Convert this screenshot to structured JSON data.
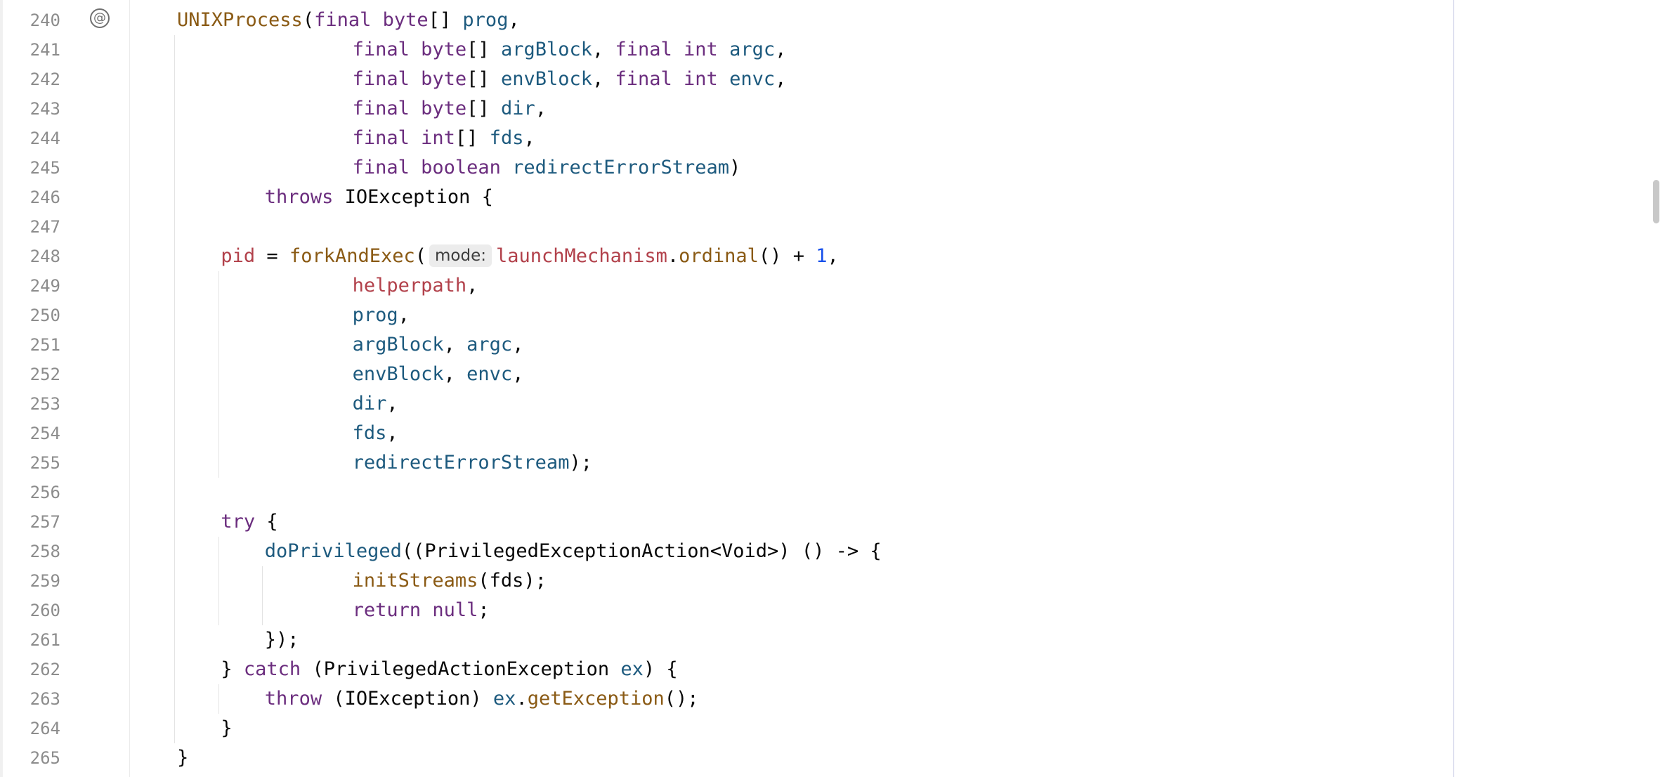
{
  "editor": {
    "gutter_icon": "at-sign-icon",
    "colors": {
      "keyword": "#6b2d7e",
      "method": "#8a5a14",
      "field": "#b2414b",
      "variable": "#1d5a7e",
      "number": "#1750eb",
      "line_number": "#8c8c8c"
    },
    "lines": [
      {
        "n": "240",
        "indent": 2,
        "tokens": [
          [
            "fn",
            "UNIXProcess"
          ],
          [
            "",
            "("
          ],
          [
            "kw",
            "final byte"
          ],
          [
            "",
            "[] "
          ],
          [
            "var",
            "prog"
          ],
          [
            "",
            ","
          ]
        ]
      },
      {
        "n": "241",
        "indent": 6,
        "tokens": [
          [
            "kw",
            "final byte"
          ],
          [
            "",
            "[] "
          ],
          [
            "var",
            "argBlock"
          ],
          [
            "",
            ", "
          ],
          [
            "kw",
            "final int "
          ],
          [
            "var",
            "argc"
          ],
          [
            "",
            ","
          ]
        ]
      },
      {
        "n": "242",
        "indent": 6,
        "tokens": [
          [
            "kw",
            "final byte"
          ],
          [
            "",
            "[] "
          ],
          [
            "var",
            "envBlock"
          ],
          [
            "",
            ", "
          ],
          [
            "kw",
            "final int "
          ],
          [
            "var",
            "envc"
          ],
          [
            "",
            ","
          ]
        ]
      },
      {
        "n": "243",
        "indent": 6,
        "tokens": [
          [
            "kw",
            "final byte"
          ],
          [
            "",
            "[] "
          ],
          [
            "var",
            "dir"
          ],
          [
            "",
            ","
          ]
        ]
      },
      {
        "n": "244",
        "indent": 6,
        "tokens": [
          [
            "kw",
            "final int"
          ],
          [
            "",
            "[] "
          ],
          [
            "var",
            "fds"
          ],
          [
            "",
            ","
          ]
        ]
      },
      {
        "n": "245",
        "indent": 6,
        "tokens": [
          [
            "kw",
            "final boolean "
          ],
          [
            "var",
            "redirectErrorStream"
          ],
          [
            "",
            ")"
          ]
        ]
      },
      {
        "n": "246",
        "indent": 4,
        "tokens": [
          [
            "kw",
            "throws "
          ],
          [
            "",
            "IOException {"
          ]
        ]
      },
      {
        "n": "247",
        "indent": 0,
        "tokens": []
      },
      {
        "n": "248",
        "indent": 3,
        "tokens": [
          [
            "fld",
            "pid"
          ],
          [
            "",
            " = "
          ],
          [
            "fn",
            "forkAndExec"
          ],
          [
            "",
            "("
          ],
          [
            "hint",
            "mode:"
          ],
          [
            "fld",
            "launchMechanism"
          ],
          [
            "",
            "."
          ],
          [
            "fn",
            "ordinal"
          ],
          [
            "",
            "() + "
          ],
          [
            "num",
            "1"
          ],
          [
            "",
            ","
          ]
        ]
      },
      {
        "n": "249",
        "indent": 6,
        "tokens": [
          [
            "fld",
            "helperpath"
          ],
          [
            "",
            ","
          ]
        ]
      },
      {
        "n": "250",
        "indent": 6,
        "tokens": [
          [
            "var",
            "prog"
          ],
          [
            "",
            ","
          ]
        ]
      },
      {
        "n": "251",
        "indent": 6,
        "tokens": [
          [
            "var",
            "argBlock"
          ],
          [
            "",
            ", "
          ],
          [
            "var",
            "argc"
          ],
          [
            "",
            ","
          ]
        ]
      },
      {
        "n": "252",
        "indent": 6,
        "tokens": [
          [
            "var",
            "envBlock"
          ],
          [
            "",
            ", "
          ],
          [
            "var",
            "envc"
          ],
          [
            "",
            ","
          ]
        ]
      },
      {
        "n": "253",
        "indent": 6,
        "tokens": [
          [
            "var",
            "dir"
          ],
          [
            "",
            ","
          ]
        ]
      },
      {
        "n": "254",
        "indent": 6,
        "tokens": [
          [
            "var",
            "fds"
          ],
          [
            "",
            ","
          ]
        ]
      },
      {
        "n": "255",
        "indent": 6,
        "tokens": [
          [
            "var",
            "redirectErrorStream"
          ],
          [
            "",
            ");"
          ]
        ]
      },
      {
        "n": "256",
        "indent": 0,
        "tokens": []
      },
      {
        "n": "257",
        "indent": 3,
        "tokens": [
          [
            "kw",
            "try "
          ],
          [
            "",
            "{"
          ]
        ]
      },
      {
        "n": "258",
        "indent": 4,
        "tokens": [
          [
            "var",
            "doPrivileged"
          ],
          [
            "",
            "((PrivilegedExceptionAction<Void>) () -> {"
          ]
        ]
      },
      {
        "n": "259",
        "indent": 6,
        "tokens": [
          [
            "fn",
            "initStreams"
          ],
          [
            "",
            "(fds);"
          ]
        ]
      },
      {
        "n": "260",
        "indent": 6,
        "tokens": [
          [
            "kw",
            "return null"
          ],
          [
            "",
            ";"
          ]
        ]
      },
      {
        "n": "261",
        "indent": 4,
        "tokens": [
          [
            "",
            "});"
          ]
        ]
      },
      {
        "n": "262",
        "indent": 3,
        "tokens": [
          [
            "",
            "} "
          ],
          [
            "kw",
            "catch "
          ],
          [
            "",
            "(PrivilegedActionException "
          ],
          [
            "var",
            "ex"
          ],
          [
            "",
            ") {"
          ]
        ]
      },
      {
        "n": "263",
        "indent": 4,
        "tokens": [
          [
            "kw",
            "throw "
          ],
          [
            "",
            "(IOException) "
          ],
          [
            "var",
            "ex"
          ],
          [
            "",
            "."
          ],
          [
            "fn",
            "getException"
          ],
          [
            "",
            "();"
          ]
        ]
      },
      {
        "n": "264",
        "indent": 3,
        "tokens": [
          [
            "",
            "}"
          ]
        ]
      },
      {
        "n": "265",
        "indent": 2,
        "tokens": [
          [
            "",
            "}"
          ]
        ]
      }
    ]
  }
}
